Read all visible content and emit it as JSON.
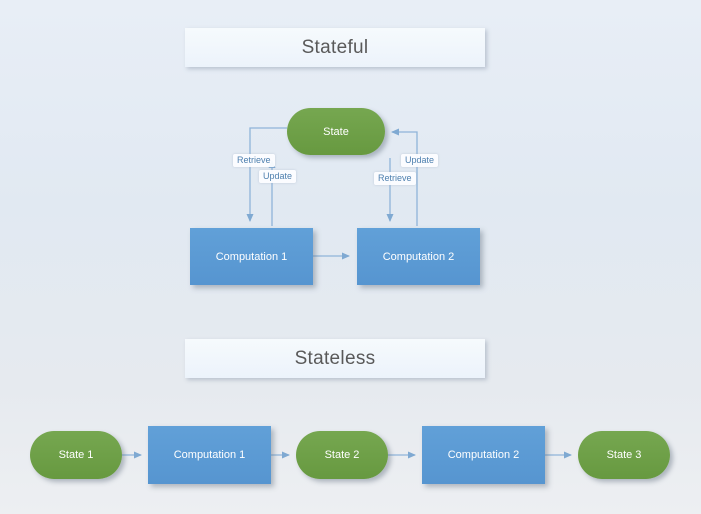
{
  "stateful": {
    "title": "Stateful",
    "state_node": "State",
    "computation1": "Computation 1",
    "computation2": "Computation 2",
    "retrieve_label": "Retrieve",
    "update_label": "Update"
  },
  "stateless": {
    "title": "Stateless",
    "nodes": [
      "State 1",
      "Computation 1",
      "State 2",
      "Computation 2",
      "State 3"
    ]
  },
  "colors": {
    "state_fill": "#6ea04a",
    "computation_fill": "#5b9bd5",
    "arrow": "#8fb4d9",
    "title_background": "#eff5fc",
    "title_text": "#595959",
    "label_text": "#4d7fae",
    "background_top": "#e8eef6",
    "background_bottom": "#edeff2"
  }
}
